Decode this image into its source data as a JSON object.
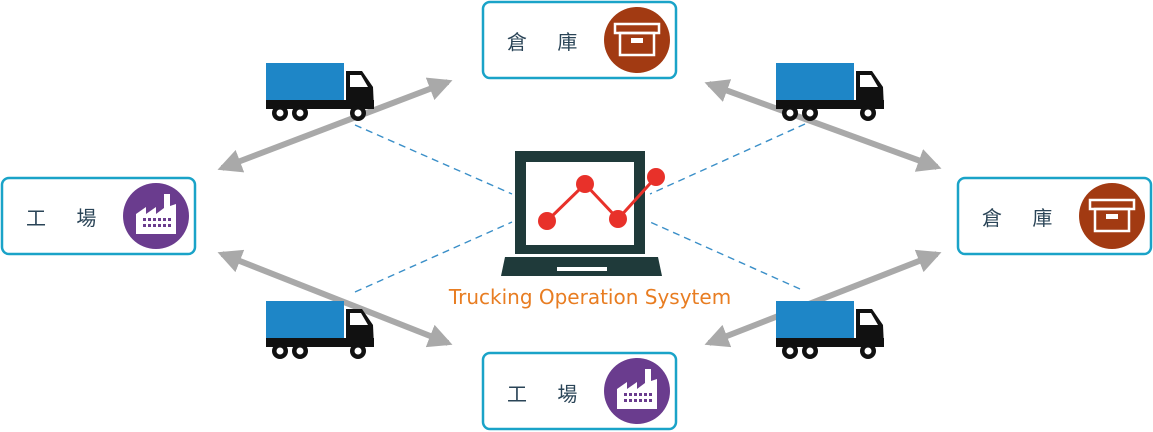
{
  "system": {
    "label": "Trucking Operation  Sysytem"
  },
  "nodes": {
    "top": {
      "label": "倉 庫",
      "icon": "warehouse-box-icon"
    },
    "right": {
      "label": "倉 庫",
      "icon": "warehouse-box-icon"
    },
    "left": {
      "label": "工 場",
      "icon": "factory-icon"
    },
    "bottom": {
      "label": "工 場",
      "icon": "factory-icon"
    }
  },
  "colors": {
    "box_border": "#1aa3c8",
    "warehouse_icon_bg": "#a23a12",
    "factory_icon_bg": "#6a3c8e",
    "truck_cargo": "#1e86c7",
    "arrow": "#a9a9a9",
    "dashed_line": "#3a8fc8",
    "laptop": "#1f3a3a",
    "chart_line": "#e8312a",
    "system_text": "#e87d22",
    "node_text": "#2a4457"
  }
}
